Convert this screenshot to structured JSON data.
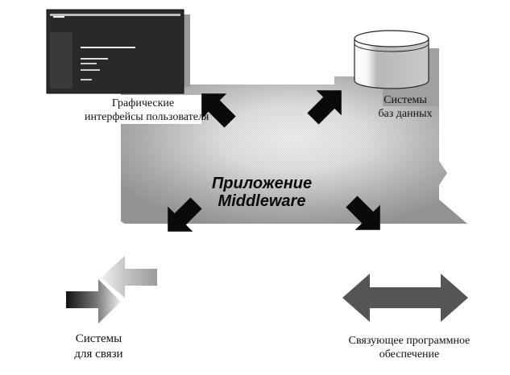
{
  "diagram": {
    "center": {
      "line1": "Приложение",
      "line2": "Middleware"
    },
    "nodes": {
      "gui": {
        "line1": "Графические",
        "line2": "интерфейсы пользователя",
        "icon": "screen-icon"
      },
      "db": {
        "line1": "Системы",
        "line2": "баз данных",
        "icon": "database-cylinder-icon"
      },
      "comm": {
        "line1": "Системы",
        "line2": "для связи",
        "icon": "opposing-arrows-icon"
      },
      "connective": {
        "line1": "Связующее программное",
        "line2": "обеспечение",
        "icon": "double-headed-arrow-icon"
      }
    },
    "arrows": [
      {
        "direction": "up-left",
        "target": "gui"
      },
      {
        "direction": "up-right",
        "target": "db"
      },
      {
        "direction": "down-left",
        "target": "comm"
      },
      {
        "direction": "down-right",
        "target": "connective"
      }
    ],
    "colors": {
      "platform_edge": "#8a8a8a",
      "platform_center": "#f4f4f4",
      "arrow": "#0a0a0a",
      "screen": "#2a2a2a",
      "double_arrow": "#555555"
    }
  }
}
